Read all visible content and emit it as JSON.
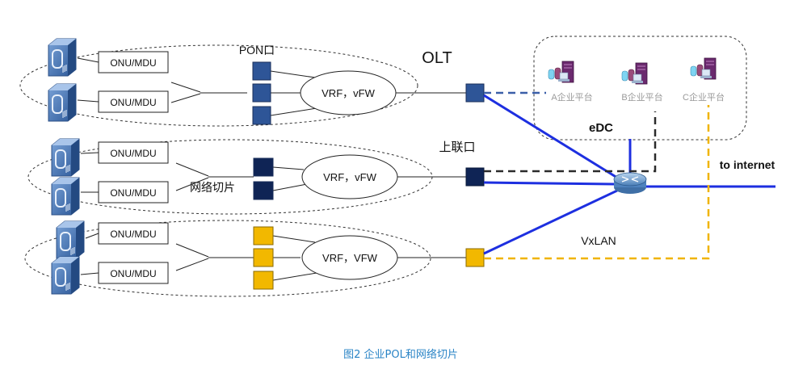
{
  "labels": {
    "pon_port": "PON口",
    "olt": "OLT",
    "uplink_port": "上联口",
    "slicing": "网络切片",
    "edc": "eDC",
    "to_internet": "to internet",
    "vxlan": "VxLAN",
    "vrf_row1": "VRF，vFW",
    "vrf_row2": "VRF，vFW",
    "vrf_row3": "VRF，VFW",
    "onu": "ONU/MDU",
    "platform_a": "A企业平台",
    "platform_b": "B企业平台",
    "platform_c": "C企业平台"
  },
  "caption": "图2  企业POL和网络切片",
  "colors": {
    "row1_port": "#2e5597",
    "row2_port": "#0f2455",
    "row3_port": "#f2b800",
    "link_blue": "#1d2fe0",
    "dash_dark": "#2b2b2b",
    "dash_yellow": "#f0b400",
    "dash_blue": "#3a5fa8",
    "caption": "#2a84c6"
  },
  "icons": [
    "onu-device-icon",
    "router-icon",
    "server-rack-icon"
  ]
}
